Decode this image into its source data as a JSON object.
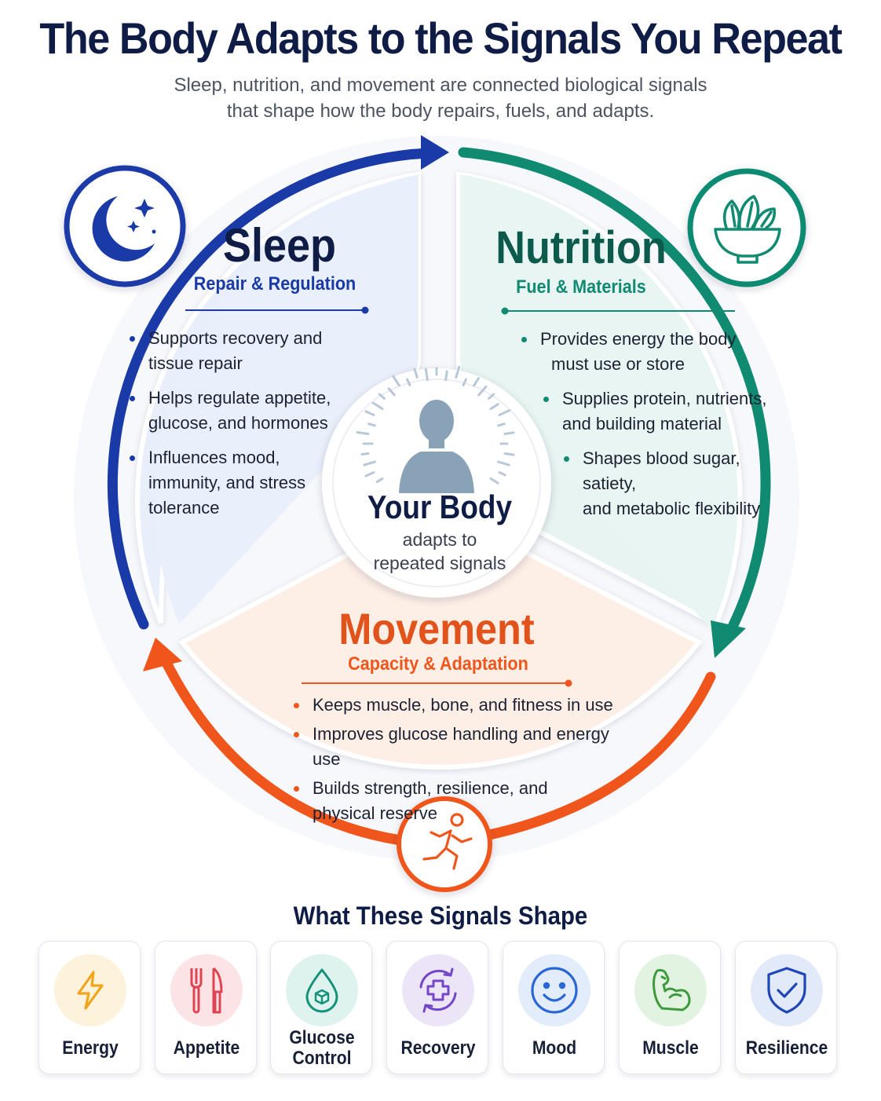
{
  "title": "The Body Adapts to the Signals You Repeat",
  "subtitle": {
    "line1": "Sleep, nutrition, and movement are connected biological signals",
    "line2": "that shape how the body repairs, fuels, and adapts."
  },
  "colors": {
    "sleep": "#1a3aa8",
    "nutrition": "#118a72",
    "movement": "#f0561c",
    "navy": "#0f1c45"
  },
  "sleep": {
    "title": "Sleep",
    "subtitle": "Repair & Regulation",
    "icon": "moon-stars-icon",
    "bullets": [
      [
        "Supports recovery and",
        "tissue repair"
      ],
      [
        "Helps regulate appetite,",
        "glucose, and hormones"
      ],
      [
        "Influences mood,",
        "immunity, and stress",
        "tolerance"
      ]
    ]
  },
  "nutrition": {
    "title": "Nutrition",
    "subtitle": "Fuel & Materials",
    "icon": "salad-bowl-icon",
    "bullets": [
      [
        "Provides energy the body",
        "must use or store"
      ],
      [
        "Supplies protein, nutrients,",
        "and building material"
      ],
      [
        "Shapes blood sugar, satiety,",
        "and metabolic flexibility"
      ]
    ]
  },
  "movement": {
    "title": "Movement",
    "subtitle": "Capacity & Adaptation",
    "icon": "runner-icon",
    "bullets": [
      [
        "Keeps muscle, bone, and fitness in use"
      ],
      [
        "Improves glucose handling and energy use"
      ],
      [
        "Builds strength, resilience, and",
        "physical reserve"
      ]
    ]
  },
  "center": {
    "title": "Your Body",
    "line1": "adapts to",
    "line2": "repeated signals",
    "icon": "person-silhouette-icon"
  },
  "shape_section": {
    "heading": "What These Signals Shape",
    "cards": [
      {
        "label": [
          "Energy"
        ],
        "icon": "lightning-icon",
        "color": "#f2a51b",
        "bg": "#fdf3dc"
      },
      {
        "label": [
          "Appetite"
        ],
        "icon": "fork-knife-icon",
        "color": "#e04452",
        "bg": "#fce4e6"
      },
      {
        "label": [
          "Glucose",
          "Control"
        ],
        "icon": "drop-icon",
        "color": "#13917a",
        "bg": "#dff3ee"
      },
      {
        "label": [
          "Recovery"
        ],
        "icon": "medical-cycle-icon",
        "color": "#7447c9",
        "bg": "#ece5f8"
      },
      {
        "label": [
          "Mood"
        ],
        "icon": "smile-icon",
        "color": "#2a67d6",
        "bg": "#e2ecfb"
      },
      {
        "label": [
          "Muscle"
        ],
        "icon": "flexed-arm-icon",
        "color": "#3d9a3d",
        "bg": "#e3f3e1"
      },
      {
        "label": [
          "Resilience"
        ],
        "icon": "shield-check-icon",
        "color": "#1f47b8",
        "bg": "#e2eafa"
      }
    ]
  }
}
